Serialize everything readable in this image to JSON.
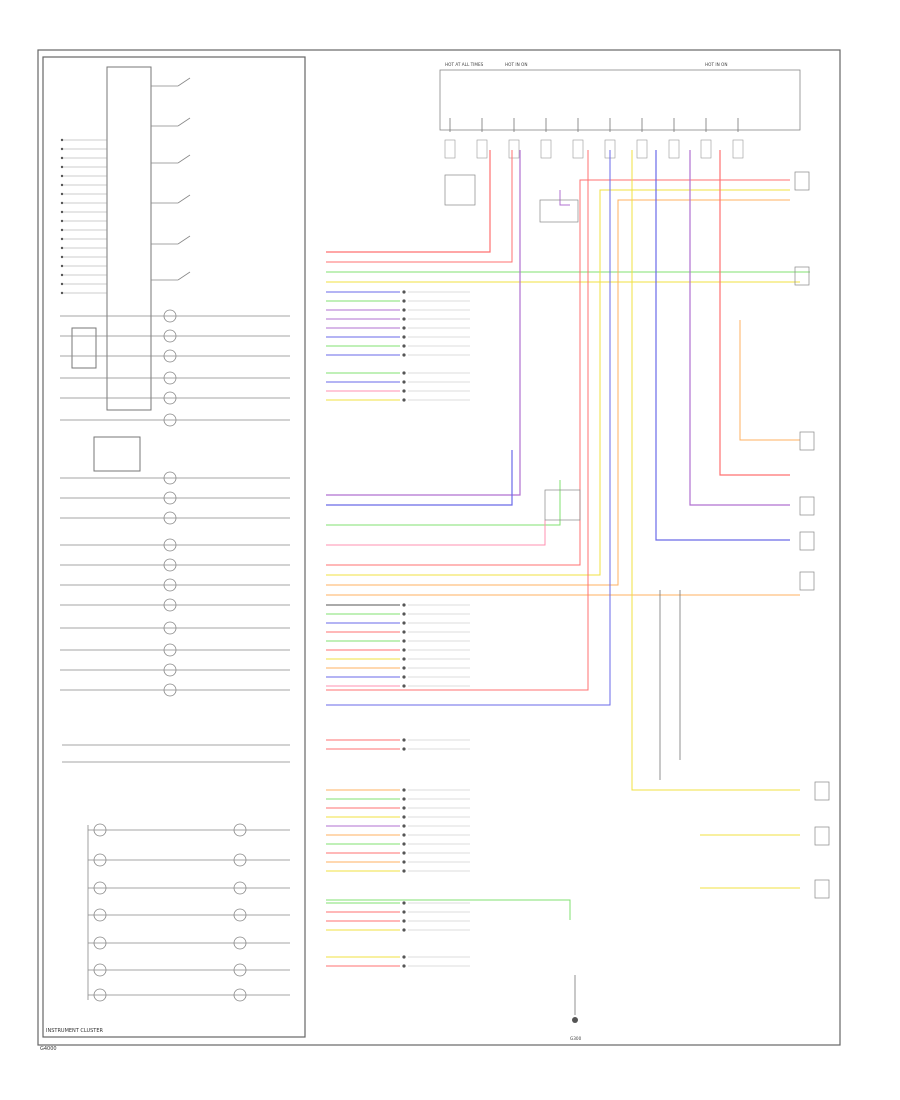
{
  "diagram": {
    "cluster_label": "INSTRUMENT CLUSTER",
    "footer_code": "G4000",
    "ground_label": "G300",
    "colors": {
      "red": "#ff7070",
      "orange": "#ffb060",
      "yellow": "#f0e040",
      "green": "#80e070",
      "blue": "#6a6ae8",
      "purple": "#b070d0",
      "pink": "#ff90b0",
      "black": "#555555",
      "frame": "#666666"
    },
    "top_fuses": [
      "HOT AT ALL TIMES",
      "HOT IN ON",
      "HOT IN ON"
    ]
  }
}
